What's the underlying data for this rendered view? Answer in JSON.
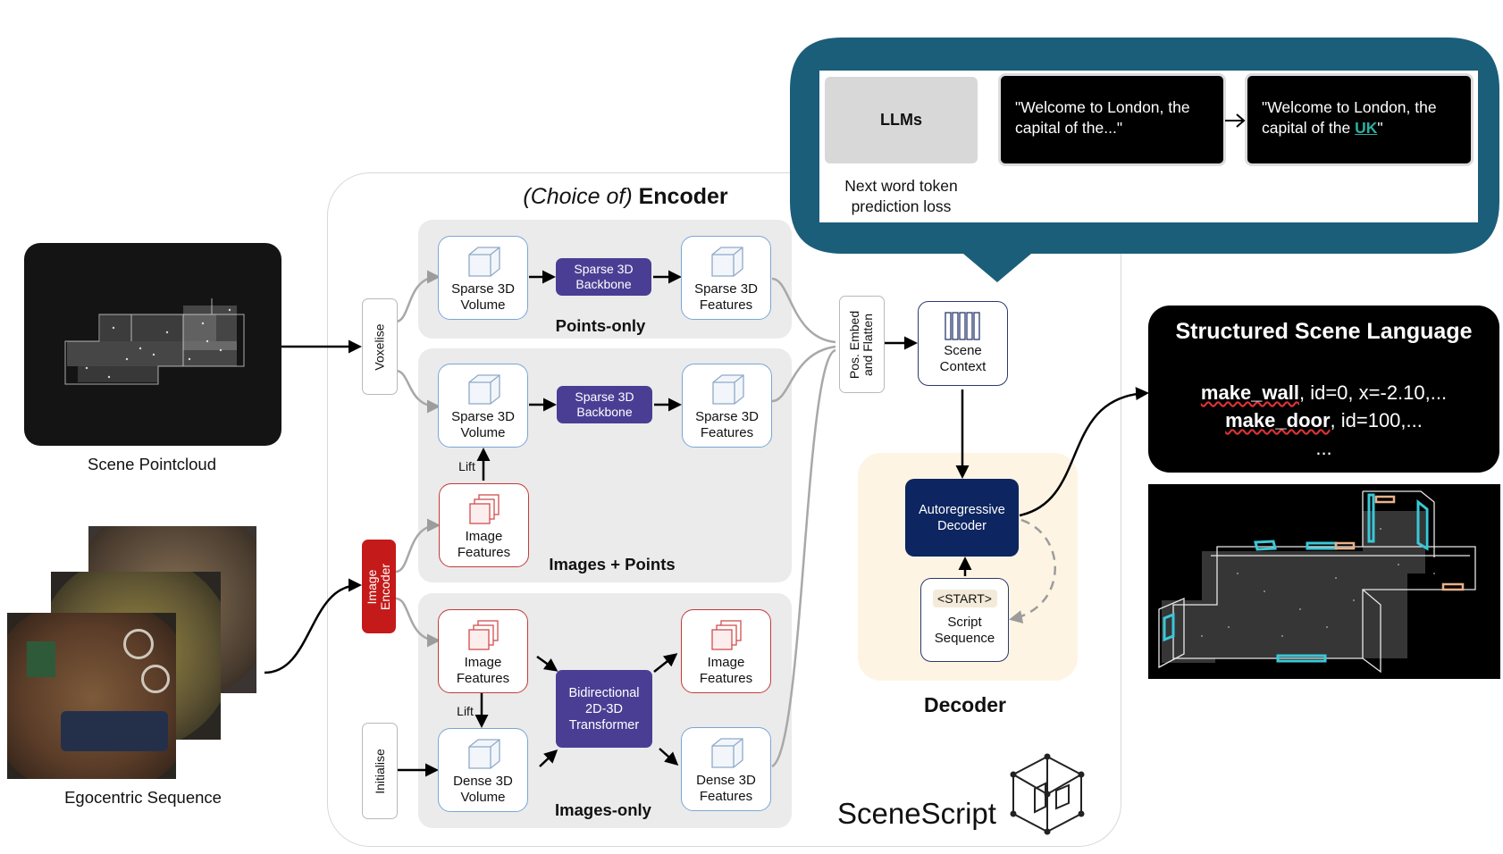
{
  "encoder": {
    "title_choice": "(Choice of)",
    "title_main": "Encoder"
  },
  "inputs": {
    "pointcloud_label": "Scene Pointcloud",
    "egocentric_label": "Egocentric Sequence"
  },
  "preprocess": {
    "voxelise": "Voxelise",
    "image_encoder": [
      "Image",
      "Encoder"
    ],
    "initialise": "Initialise"
  },
  "points_only": {
    "label": "Points-only",
    "input": [
      "Sparse 3D",
      "Volume"
    ],
    "backbone": [
      "Sparse 3D",
      "Backbone"
    ],
    "output": [
      "Sparse 3D",
      "Features"
    ]
  },
  "images_points": {
    "label": "Images + Points",
    "input": [
      "Sparse 3D",
      "Volume"
    ],
    "backbone": [
      "Sparse 3D",
      "Backbone"
    ],
    "output": [
      "Sparse 3D",
      "Features"
    ],
    "image_features": [
      "Image",
      "Features"
    ],
    "lift": "Lift"
  },
  "images_only": {
    "label": "Images-only",
    "image_features_in": [
      "Image",
      "Features"
    ],
    "lift": "Lift",
    "dense_volume": [
      "Dense 3D",
      "Volume"
    ],
    "transformer": [
      "Bidirectional",
      "2D-3D",
      "Transformer"
    ],
    "image_features_out": [
      "Image",
      "Features"
    ],
    "dense_features": [
      "Dense 3D",
      "Features"
    ]
  },
  "pos_embed": [
    "Pos. Embed",
    "and Flatten"
  ],
  "scene_context": [
    "Scene",
    "Context"
  ],
  "decoder": {
    "label": "Decoder",
    "autoregressive": [
      "Autoregressive",
      "Decoder"
    ],
    "start_token": "<START>",
    "script_sequence": [
      "Script",
      "Sequence"
    ]
  },
  "llm_callout": {
    "llms": "LLMs",
    "loss": [
      "Next word token",
      "prediction loss"
    ],
    "prompt": [
      "\"Welcome to London, the",
      "capital of the...\""
    ],
    "completion_pre": [
      "\"Welcome to London, the",
      "capital of the "
    ],
    "completion_word": "UK",
    "completion_post": "\""
  },
  "structured": {
    "title": "Structured Scene Language",
    "line1_cmd": "make_wall",
    "line1_rest": ", id=0, x=-2.10,...",
    "line2_cmd": "make_door",
    "line2_rest": ", id=100,...",
    "line3": "..."
  },
  "brand": "SceneScript",
  "colors": {
    "callout_frame": "#1b5e7a",
    "pill_purple": "#4a3e94",
    "image_encoder_red": "#c51a1a",
    "decoder_navy": "#0d2560",
    "decoder_bg": "#fdf4e3",
    "uk_green": "#2ab0a0"
  }
}
